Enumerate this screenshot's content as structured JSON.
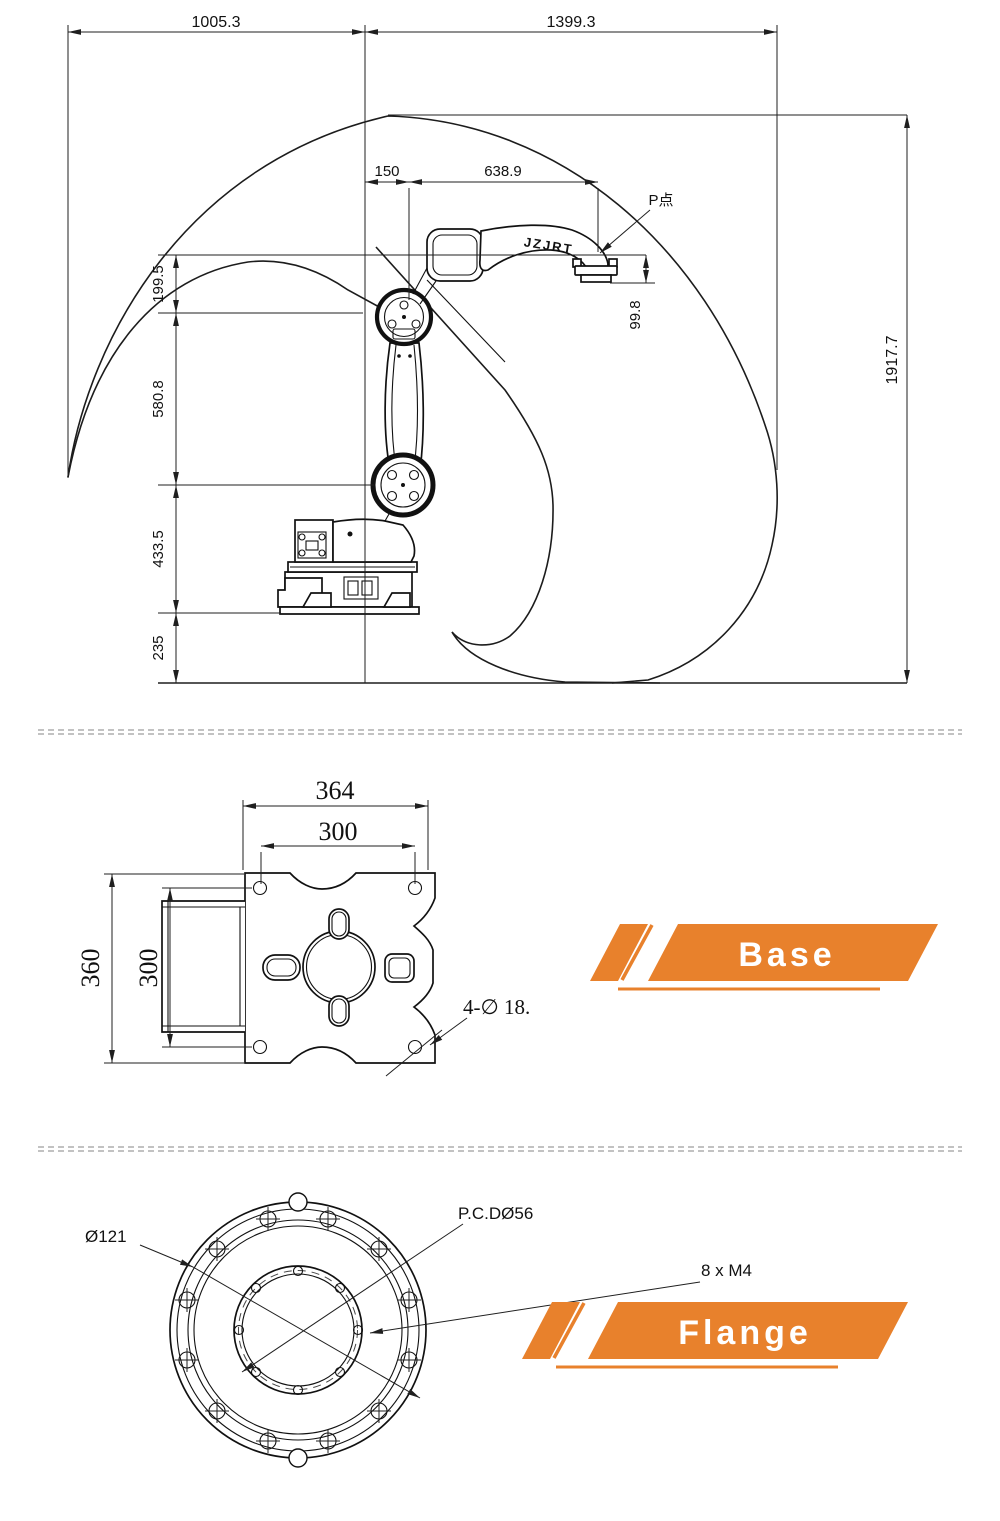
{
  "page": {
    "background": "#ffffff"
  },
  "colors": {
    "accent_orange": "#E8812C",
    "line": "#1f1f1f",
    "separator": "#b5b5b5"
  },
  "top_view": {
    "brand_label": "JZJRT",
    "p_point_label": "P点",
    "dims": {
      "rear_reach": "1005.3",
      "front_reach": "1399.3",
      "j2_offset": "150",
      "forearm_length": "638.9",
      "wrist_drop": "99.8",
      "wrist_height_step": "199.5",
      "lower_arm": "580.8",
      "shoulder_height": "433.5",
      "base_clearance": "235",
      "total_height": "1917.7"
    }
  },
  "base_view": {
    "banner": "Base",
    "dims": {
      "outer_width": "364",
      "bolt_span_width": "300",
      "outer_height": "360",
      "bolt_span_height": "300",
      "bolt_holes": "4-∅ 18."
    }
  },
  "flange_view": {
    "banner": "Flange",
    "dims": {
      "outer_diameter": "Ø121",
      "pitch_circle": "P.C.DØ56",
      "tap_holes": "8 x  M4"
    }
  }
}
